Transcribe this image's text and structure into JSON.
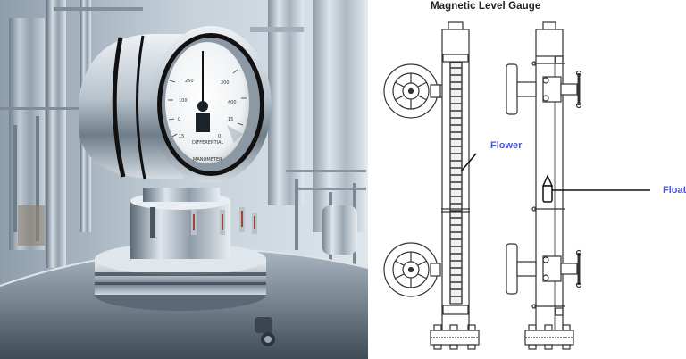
{
  "photo": {
    "subject": "industrial pressure gauge mounted on stainless steel tank flange",
    "gauge_dial": {
      "tick_labels_left": [
        "250",
        "100",
        "0",
        "15"
      ],
      "tick_labels_right": [
        "200",
        "400",
        "15",
        "0"
      ],
      "face_text": "DIFFERENTIAL",
      "bottom_text": "MANOMETER"
    },
    "colors": {
      "steel_light": "#e4e9ee",
      "steel_mid": "#9aa7b3",
      "steel_dark": "#4d5a66",
      "dial_face": "#f4f6f7",
      "bezel_black": "#111111"
    }
  },
  "diagram": {
    "title": "Magnetic Level Gauge",
    "labels": {
      "flower": "Flower",
      "float": "Float"
    },
    "colors": {
      "label": "#4a55d8",
      "line": "#333333",
      "background": "#ffffff"
    }
  }
}
